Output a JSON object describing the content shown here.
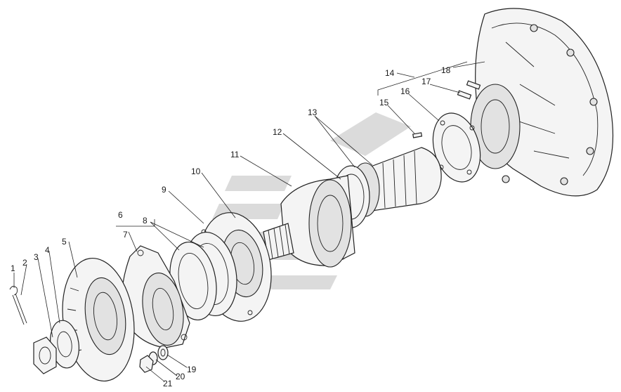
{
  "diagram": {
    "labels": [
      {
        "id": "p1",
        "text": "1"
      },
      {
        "id": "p2",
        "text": "2"
      },
      {
        "id": "p3",
        "text": "3"
      },
      {
        "id": "p4",
        "text": "4"
      },
      {
        "id": "p5",
        "text": "5"
      },
      {
        "id": "p6",
        "text": "6"
      },
      {
        "id": "p7",
        "text": "7"
      },
      {
        "id": "p8",
        "text": "8"
      },
      {
        "id": "p9",
        "text": "9"
      },
      {
        "id": "p10",
        "text": "10"
      },
      {
        "id": "p11",
        "text": "11"
      },
      {
        "id": "p12",
        "text": "12"
      },
      {
        "id": "p13",
        "text": "13"
      },
      {
        "id": "p14",
        "text": "14"
      },
      {
        "id": "p15",
        "text": "15"
      },
      {
        "id": "p16",
        "text": "16"
      },
      {
        "id": "p17",
        "text": "17"
      },
      {
        "id": "p18",
        "text": "18"
      },
      {
        "id": "p19",
        "text": "19"
      },
      {
        "id": "p20",
        "text": "20"
      },
      {
        "id": "p21",
        "text": "21"
      }
    ]
  }
}
